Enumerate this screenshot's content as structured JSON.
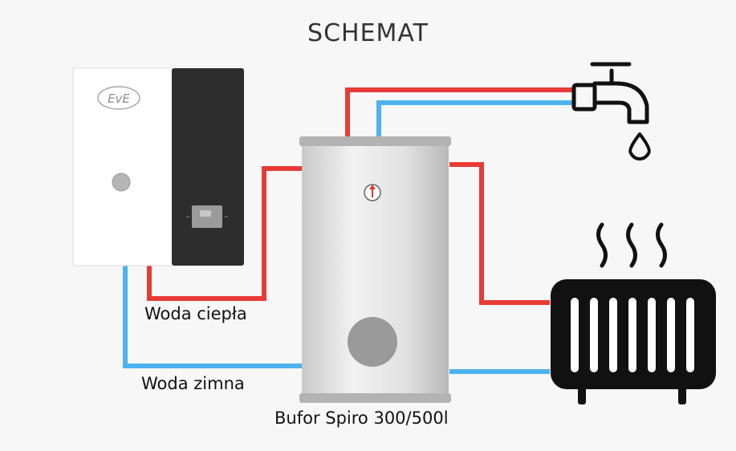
{
  "title": "SCHEMAT",
  "labels": {
    "hot_water": "Woda ciepła",
    "cold_water": "Woda zimna",
    "buffer": "Bufor Spiro 300/500l"
  },
  "boiler": {
    "logo": "EvE"
  },
  "colors": {
    "hot_pipe": "#e93b36",
    "cold_pipe": "#4db3ef",
    "icon": "#111111",
    "boiler_panel": "#2d2d2d",
    "tank": "#d9d9d9"
  },
  "icons": [
    "faucet-icon",
    "water-drop-icon",
    "radiator-icon",
    "heat-waves-icon",
    "thermometer-icon"
  ]
}
